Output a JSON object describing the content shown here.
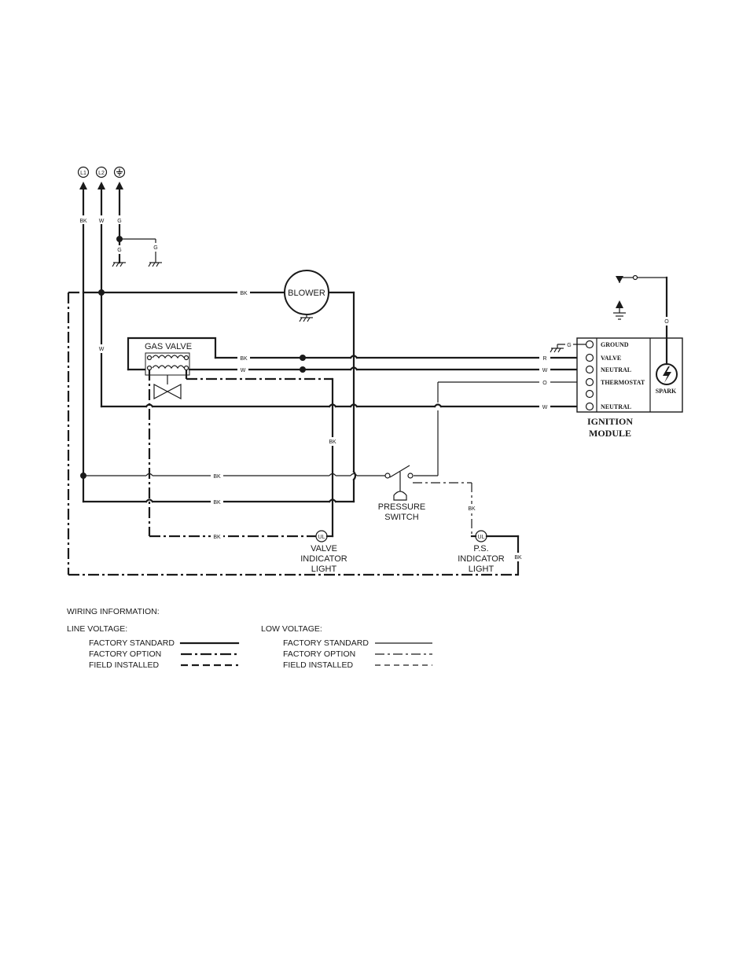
{
  "supply": {
    "l1": "L1",
    "l2": "L2",
    "ground_icon": "ground-icon"
  },
  "wire_colors": {
    "bk": "BK",
    "w": "W",
    "g": "G",
    "r": "R",
    "o": "O"
  },
  "components": {
    "blower": "BLOWER",
    "gas_valve": "GAS VALVE",
    "pressure_switch_line1": "PRESSURE",
    "pressure_switch_line2": "SWITCH",
    "valve_light_line1": "VALVE",
    "valve_light_line2": "INDICATOR",
    "valve_light_line3": "LIGHT",
    "ps_light_line1": "P.S.",
    "ps_light_line2": "INDICATOR",
    "ps_light_line3": "LIGHT",
    "light_symbol": "UL"
  },
  "ignition_module": {
    "title_line1": "IGNITION",
    "title_line2": "MODULE",
    "terminals": [
      "GROUND",
      "VALVE",
      "NEUTRAL",
      "THERMOSTAT",
      "",
      "NEUTRAL"
    ],
    "spark": "SPARK"
  },
  "legend": {
    "title": "WIRING INFORMATION:",
    "line_voltage": "LINE VOLTAGE:",
    "low_voltage": "LOW VOLTAGE:",
    "factory_standard": "FACTORY STANDARD",
    "factory_option": "FACTORY OPTION",
    "field_installed": "FIELD INSTALLED"
  },
  "colors": {
    "ink": "#1a1a1a",
    "paper": "#ffffff"
  }
}
